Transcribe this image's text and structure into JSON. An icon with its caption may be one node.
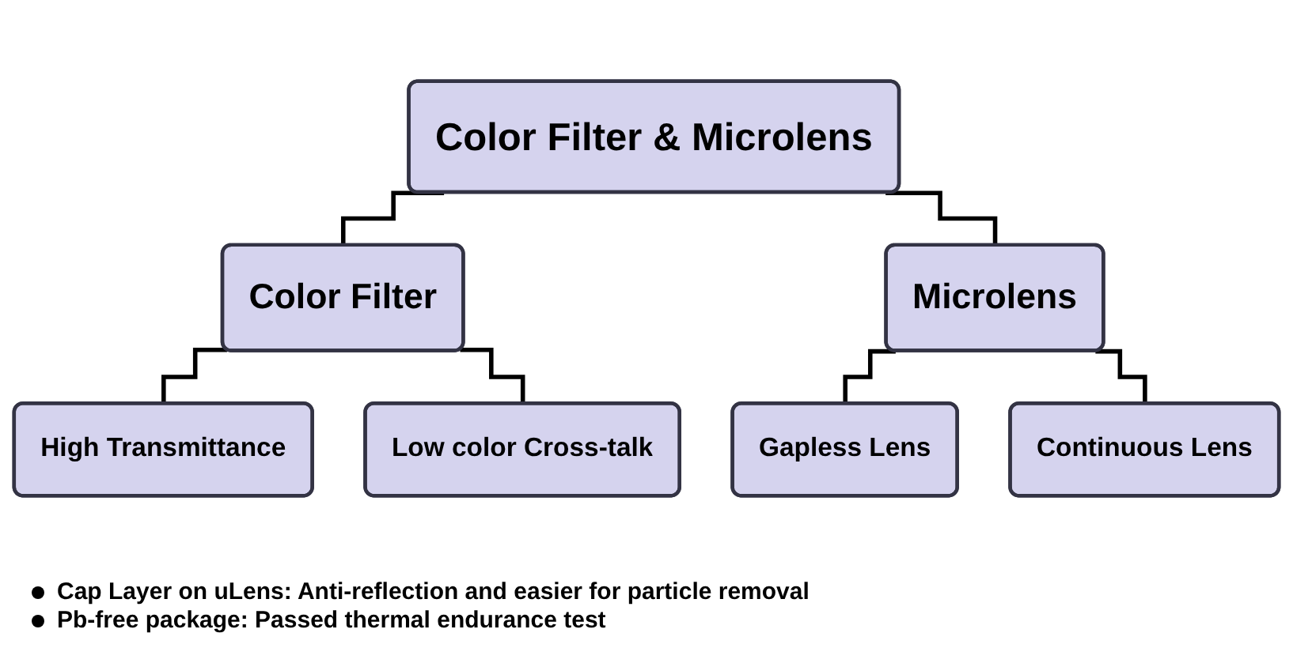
{
  "diagram": {
    "nodes": [
      {
        "text": [
          "Color Filter & Microlens"
        ]
      },
      {
        "text": [
          "Color Filter"
        ]
      },
      {
        "text": [
          "Microlens"
        ]
      },
      {
        "text": [
          "High Transmittance"
        ]
      },
      {
        "text": [
          "Low color Cross-talk"
        ]
      },
      {
        "text": [
          "Gapless Lens"
        ]
      },
      {
        "text": [
          "Continuous Lens"
        ]
      }
    ],
    "edges": [
      {
        "from": 0,
        "to": 1,
        "arrow": "none"
      },
      {
        "from": 0,
        "to": 2,
        "arrow": "none"
      },
      {
        "from": 1,
        "to": 3,
        "arrow": "none"
      },
      {
        "from": 1,
        "to": 4,
        "arrow": "none"
      },
      {
        "from": 2,
        "to": 5,
        "arrow": "none"
      },
      {
        "from": 2,
        "to": 6,
        "arrow": "none"
      }
    ],
    "labels": [
      "Cap Layer on uLens: Anti-reflection and easier for particle removal",
      "Pb-free package: Passed thermal endurance test"
    ]
  }
}
